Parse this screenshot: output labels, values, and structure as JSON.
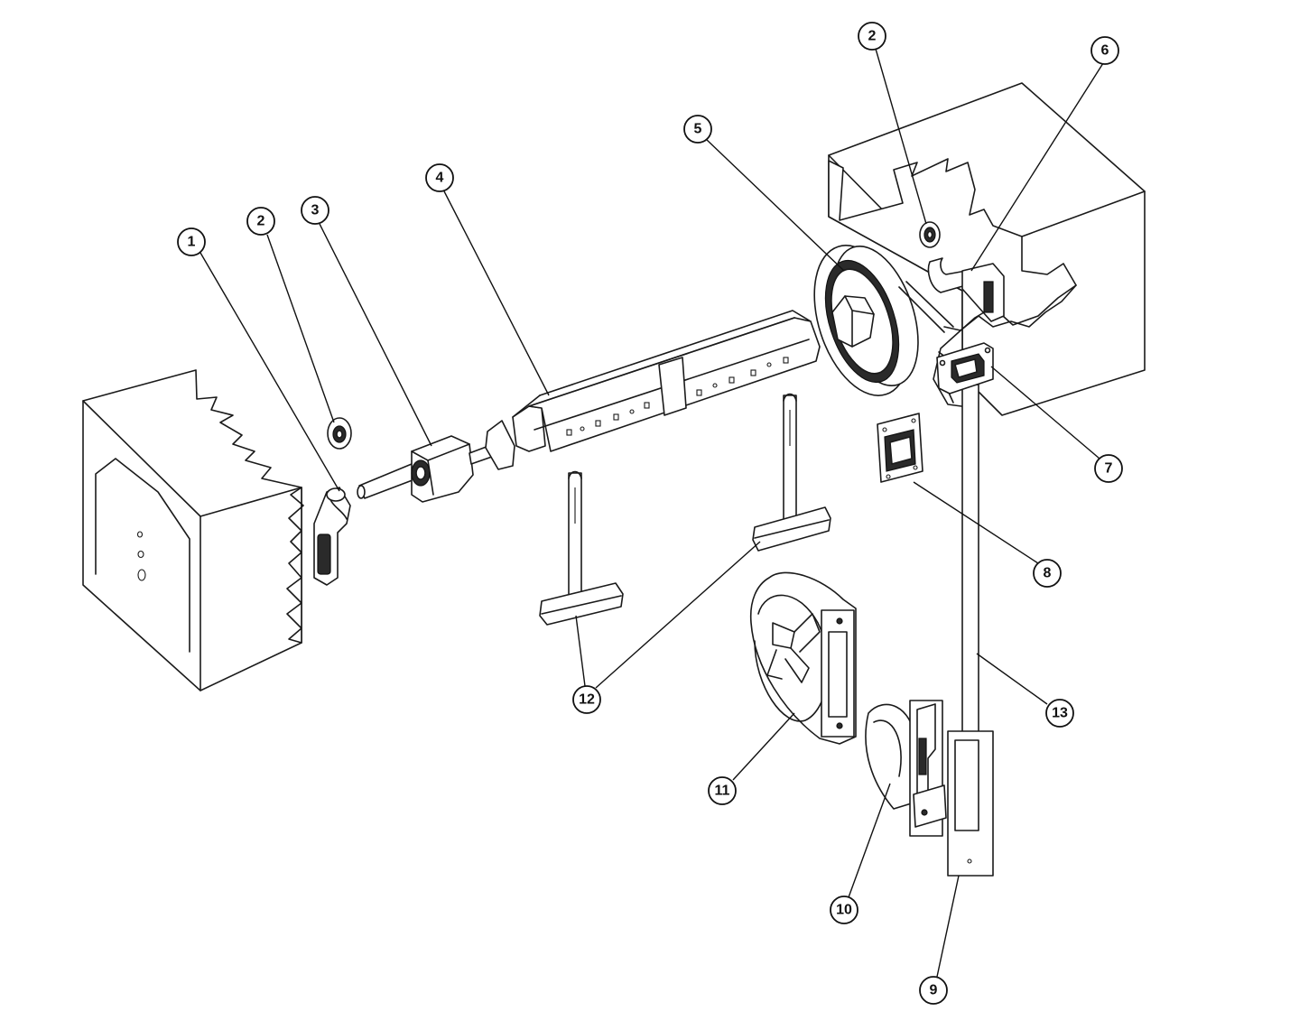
{
  "diagram": {
    "type": "exploded-assembly",
    "callouts": [
      "1",
      "2",
      "3",
      "4",
      "5",
      "6",
      "7",
      "8",
      "9",
      "10",
      "11",
      "12",
      "13"
    ]
  }
}
